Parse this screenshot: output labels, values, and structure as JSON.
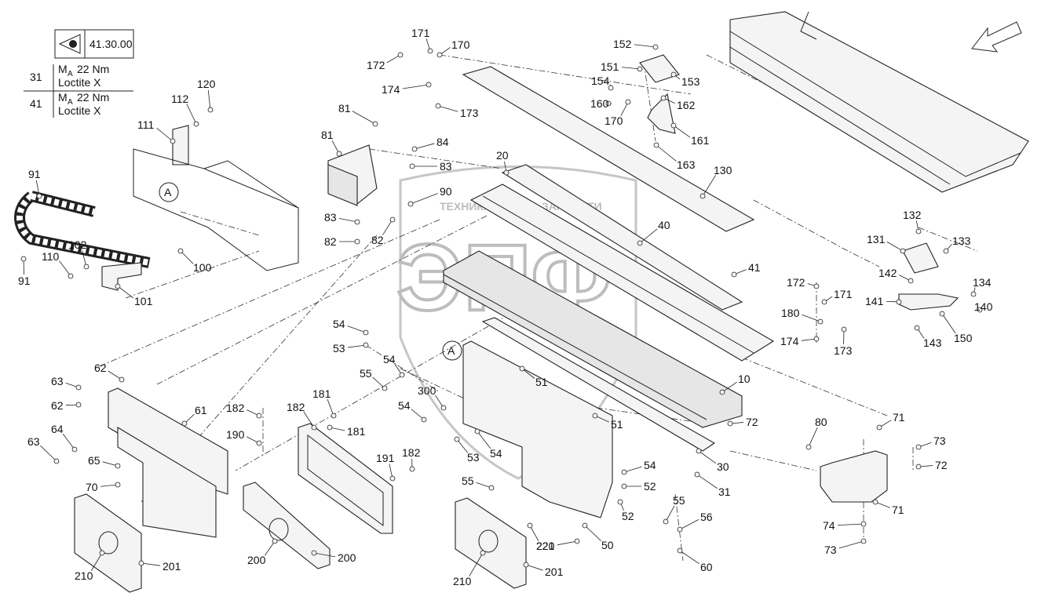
{
  "info_table": {
    "ref_code": "41.30.00",
    "rows": [
      {
        "pos": "31",
        "torque_symbol": "M",
        "torque_sub": "A",
        "torque": "22 Nm",
        "note": "Loctite X"
      },
      {
        "pos": "41",
        "torque_symbol": "M",
        "torque_sub": "A",
        "torque": "22 Nm",
        "note": "Loctite X"
      }
    ]
  },
  "detail_marker": "A",
  "watermark": {
    "top_text_left": "ТЕХНИКА",
    "top_text_right": "ЗАПЧАСТИ",
    "big_text": "ЭПФ"
  },
  "labels": [
    "10",
    "20",
    "30",
    "31",
    "40",
    "41",
    "50",
    "51",
    "51",
    "52",
    "52",
    "53",
    "53",
    "54",
    "54",
    "54",
    "54",
    "54",
    "55",
    "55",
    "55",
    "56",
    "60",
    "61",
    "62",
    "62",
    "63",
    "63",
    "64",
    "65",
    "70",
    "71",
    "71",
    "72",
    "72",
    "73",
    "73",
    "74",
    "80",
    "81",
    "81",
    "82",
    "82",
    "83",
    "83",
    "84",
    "90",
    "91",
    "91",
    "100",
    "101",
    "102",
    "110",
    "111",
    "112",
    "120",
    "130",
    "131",
    "132",
    "133",
    "134",
    "140",
    "141",
    "142",
    "143",
    "150",
    "151",
    "152",
    "153",
    "154",
    "160",
    "161",
    "162",
    "163",
    "170",
    "170",
    "171",
    "171",
    "172",
    "172",
    "173",
    "173",
    "174",
    "174",
    "180",
    "181",
    "181",
    "182",
    "182",
    "182",
    "190",
    "191",
    "200",
    "200",
    "201",
    "201",
    "210",
    "210",
    "220",
    "221",
    "300"
  ]
}
